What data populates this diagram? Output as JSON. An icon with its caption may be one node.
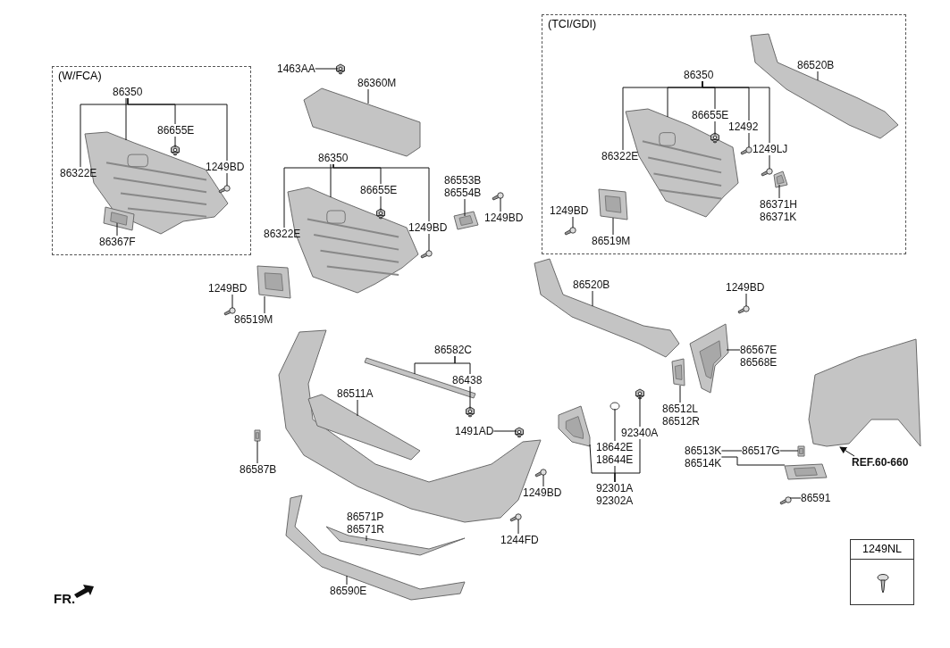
{
  "diagram": {
    "nodes": [
      {
        "text": [
          "(W/FCA)"
        ]
      },
      {
        "text": [
          "86350"
        ],
        "in": 0
      },
      {
        "text": [
          "86655E"
        ],
        "in": 0
      },
      {
        "text": [
          "86322E"
        ],
        "in": 0
      },
      {
        "text": [
          "1249BD"
        ],
        "in": 0
      },
      {
        "text": [
          "86367F"
        ],
        "in": 0
      },
      {
        "text": [
          "1463AA"
        ]
      },
      {
        "text": [
          "86360M"
        ]
      },
      {
        "text": [
          "86350"
        ]
      },
      {
        "text": [
          "86655E"
        ]
      },
      {
        "text": [
          "86322E"
        ]
      },
      {
        "text": [
          "1249BD"
        ]
      },
      {
        "text": [
          "86553B",
          "86554B"
        ]
      },
      {
        "text": [
          "1249BD"
        ]
      },
      {
        "text": [
          "1249BD"
        ]
      },
      {
        "text": [
          "86519M"
        ]
      },
      {
        "text": [
          "(TCI/GDI)"
        ]
      },
      {
        "text": [
          "86520B"
        ],
        "in": 16
      },
      {
        "text": [
          "86350"
        ],
        "in": 16
      },
      {
        "text": [
          "86655E"
        ],
        "in": 16
      },
      {
        "text": [
          "12492"
        ],
        "in": 16
      },
      {
        "text": [
          "86322E"
        ],
        "in": 16
      },
      {
        "text": [
          "1249LJ"
        ],
        "in": 16
      },
      {
        "text": [
          "1249BD"
        ],
        "in": 16
      },
      {
        "text": [
          "86371H",
          "86371K"
        ],
        "in": 16
      },
      {
        "text": [
          "86519M"
        ],
        "in": 16
      },
      {
        "text": [
          "86520B"
        ]
      },
      {
        "text": [
          "1249BD"
        ]
      },
      {
        "text": [
          "86567E",
          "86568E"
        ]
      },
      {
        "text": [
          "86582C"
        ]
      },
      {
        "text": [
          "86438"
        ]
      },
      {
        "text": [
          "86511A"
        ]
      },
      {
        "text": [
          "1491AD"
        ]
      },
      {
        "text": [
          "86512L",
          "86512R"
        ]
      },
      {
        "text": [
          "92340A"
        ]
      },
      {
        "text": [
          "18642E",
          "18644E"
        ]
      },
      {
        "text": [
          "92301A",
          "92302A"
        ]
      },
      {
        "text": [
          "86513K",
          "86514K"
        ]
      },
      {
        "text": [
          "86517G"
        ]
      },
      {
        "text": [
          "86587B"
        ]
      },
      {
        "text": [
          "1249BD"
        ]
      },
      {
        "text": [
          "86571P",
          "86571R"
        ]
      },
      {
        "text": [
          "1244FD"
        ]
      },
      {
        "text": [
          "86591"
        ]
      },
      {
        "text": [
          "REF.60-660"
        ]
      },
      {
        "text": [
          "86590E"
        ]
      },
      {
        "text": [
          "1249NL"
        ]
      },
      {
        "text": [],
        "shape": "picture",
        "in": 0
      },
      {
        "text": [],
        "shape": "picture",
        "in": 0
      },
      {
        "text": [],
        "shape": "picture",
        "in": 0
      },
      {
        "text": [],
        "shape": "picture",
        "in": 0
      },
      {
        "text": [],
        "shape": "picture"
      },
      {
        "text": [],
        "shape": "picture"
      },
      {
        "text": [],
        "shape": "picture"
      },
      {
        "text": [],
        "shape": "picture"
      },
      {
        "text": [],
        "shape": "picture"
      },
      {
        "text": [],
        "shape": "picture"
      },
      {
        "text": [],
        "shape": "picture"
      },
      {
        "text": [],
        "shape": "picture"
      },
      {
        "text": [],
        "shape": "picture"
      },
      {
        "text": [],
        "shape": "picture",
        "in": 16
      },
      {
        "text": [],
        "shape": "picture",
        "in": 16
      },
      {
        "text": [],
        "shape": "picture",
        "in": 16
      },
      {
        "text": [],
        "shape": "picture",
        "in": 16
      },
      {
        "text": [],
        "shape": "picture",
        "in": 16
      },
      {
        "text": [],
        "shape": "picture",
        "in": 16
      },
      {
        "text": [],
        "shape": "picture",
        "in": 16
      },
      {
        "text": [],
        "shape": "picture",
        "in": 16
      },
      {
        "text": [],
        "shape": "picture"
      },
      {
        "text": [],
        "shape": "picture"
      },
      {
        "text": [],
        "shape": "picture"
      },
      {
        "text": [],
        "shape": "picture"
      },
      {
        "text": [],
        "shape": "picture"
      },
      {
        "text": [],
        "shape": "picture"
      },
      {
        "text": [],
        "shape": "picture"
      },
      {
        "text": [],
        "shape": "picture"
      },
      {
        "text": [],
        "shape": "picture"
      },
      {
        "text": [],
        "shape": "picture"
      },
      {
        "text": [],
        "shape": "picture"
      },
      {
        "text": [],
        "shape": "picture"
      },
      {
        "text": [],
        "shape": "picture"
      },
      {
        "text": [],
        "shape": "picture"
      },
      {
        "text": [],
        "shape": "picture"
      },
      {
        "text": [],
        "shape": "picture"
      },
      {
        "text": [],
        "shape": "picture"
      },
      {
        "text": [],
        "shape": "picture"
      },
      {
        "text": [],
        "shape": "picture"
      },
      {
        "text": [],
        "shape": "picture"
      },
      {
        "text": [],
        "shape": "picture"
      }
    ],
    "edges": [
      {
        "from": 1,
        "to": 3,
        "arrow": "none"
      },
      {
        "from": 1,
        "to": 47,
        "arrow": "none"
      },
      {
        "from": 1,
        "to": 2,
        "arrow": "none"
      },
      {
        "from": 1,
        "to": 4,
        "arrow": "none"
      },
      {
        "from": 2,
        "to": 48,
        "arrow": "none"
      },
      {
        "from": 4,
        "to": 49,
        "arrow": "none"
      },
      {
        "from": 5,
        "to": 50,
        "arrow": "none"
      },
      {
        "from": 6,
        "to": 51,
        "arrow": "none"
      },
      {
        "from": 7,
        "to": 52,
        "arrow": "none"
      },
      {
        "from": 8,
        "to": 10,
        "arrow": "none"
      },
      {
        "from": 8,
        "to": 53,
        "arrow": "none"
      },
      {
        "from": 8,
        "to": 9,
        "arrow": "none"
      },
      {
        "from": 8,
        "to": 11,
        "arrow": "none"
      },
      {
        "from": 9,
        "to": 54,
        "arrow": "none"
      },
      {
        "from": 11,
        "to": 55,
        "arrow": "none"
      },
      {
        "from": 12,
        "to": 56,
        "arrow": "none"
      },
      {
        "from": 13,
        "to": 57,
        "arrow": "none"
      },
      {
        "from": 14,
        "to": 58,
        "arrow": "none"
      },
      {
        "from": 15,
        "to": 59,
        "arrow": "none"
      },
      {
        "from": 18,
        "to": 21,
        "arrow": "none"
      },
      {
        "from": 18,
        "to": 61,
        "arrow": "none"
      },
      {
        "from": 18,
        "to": 19,
        "arrow": "none"
      },
      {
        "from": 18,
        "to": 20,
        "arrow": "none"
      },
      {
        "from": 18,
        "to": 22,
        "arrow": "none"
      },
      {
        "from": 19,
        "to": 62,
        "arrow": "none"
      },
      {
        "from": 20,
        "to": 63,
        "arrow": "none"
      },
      {
        "from": 22,
        "to": 64,
        "arrow": "none"
      },
      {
        "from": 24,
        "to": 65,
        "arrow": "none"
      },
      {
        "from": 25,
        "to": 66,
        "arrow": "none"
      },
      {
        "from": 23,
        "to": 67,
        "arrow": "none"
      },
      {
        "from": 17,
        "to": 60,
        "arrow": "none"
      },
      {
        "from": 26,
        "to": 68,
        "arrow": "none"
      },
      {
        "from": 27,
        "to": 69,
        "arrow": "none"
      },
      {
        "from": 28,
        "to": 70,
        "arrow": "none"
      },
      {
        "from": 29,
        "to": 71,
        "arrow": "none"
      },
      {
        "from": 29,
        "to": 30,
        "arrow": "none"
      },
      {
        "from": 30,
        "to": 72,
        "arrow": "none"
      },
      {
        "from": 31,
        "to": 74,
        "arrow": "none"
      },
      {
        "from": 32,
        "to": 75,
        "arrow": "none"
      },
      {
        "from": 33,
        "to": 76,
        "arrow": "none"
      },
      {
        "from": 34,
        "to": 77,
        "arrow": "none"
      },
      {
        "from": 35,
        "to": 78,
        "arrow": "none"
      },
      {
        "from": 36,
        "to": 79,
        "arrow": "none"
      },
      {
        "from": 36,
        "to": 35,
        "arrow": "none"
      },
      {
        "from": 36,
        "to": 34,
        "arrow": "none"
      },
      {
        "from": 37,
        "to": 38,
        "arrow": "none"
      },
      {
        "from": 37,
        "to": 82,
        "arrow": "none"
      },
      {
        "from": 38,
        "to": 81,
        "arrow": "none"
      },
      {
        "from": 39,
        "to": 83,
        "arrow": "none"
      },
      {
        "from": 40,
        "to": 84,
        "arrow": "none"
      },
      {
        "from": 41,
        "to": 85,
        "arrow": "none"
      },
      {
        "from": 42,
        "to": 86,
        "arrow": "none"
      },
      {
        "from": 43,
        "to": 87,
        "arrow": "none"
      },
      {
        "from": 44,
        "to": 80,
        "arrow": "to"
      },
      {
        "from": 45,
        "to": 88,
        "arrow": "none"
      }
    ],
    "labels": [
      "FR."
    ]
  }
}
